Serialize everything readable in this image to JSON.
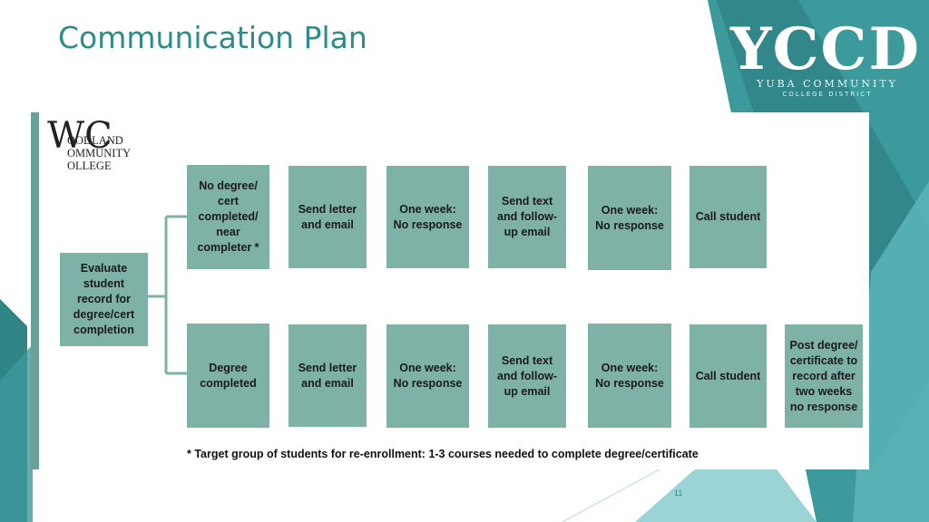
{
  "slide": {
    "title": "Communication Plan",
    "page_number": "11",
    "accent_color": "#2e8b8b"
  },
  "logo": {
    "letters": "YCCD",
    "line1": "YUBA COMMUNITY",
    "line2": "COLLEGE DISTRICT"
  },
  "college_logo": {
    "mark": "WC",
    "lines": [
      "OODLAND",
      "OMMUNITY",
      "OLLEGE"
    ]
  },
  "flow": {
    "start": "Evaluate\nstudent\nrecord for\ndegree/cert\ncompletion",
    "row1": [
      "No degree/\ncert\ncompleted/\nnear\ncompleter *",
      "Send letter\nand email",
      "One week:\nNo response",
      "Send text\nand follow-\nup email",
      "One week:\nNo response",
      "Call student"
    ],
    "row2": [
      "Degree\ncompleted",
      "Send letter\nand email",
      "One week:\nNo response",
      "Send text\nand follow-\nup email",
      "One week:\nNo response",
      "Call student",
      "Post degree/\ncertificate to\nrecord after\ntwo weeks\nno response"
    ],
    "box_color": "#7fb2a6"
  },
  "footnote": "* Target group of students for re-enrollment: 1-3 courses needed to complete degree/certificate"
}
